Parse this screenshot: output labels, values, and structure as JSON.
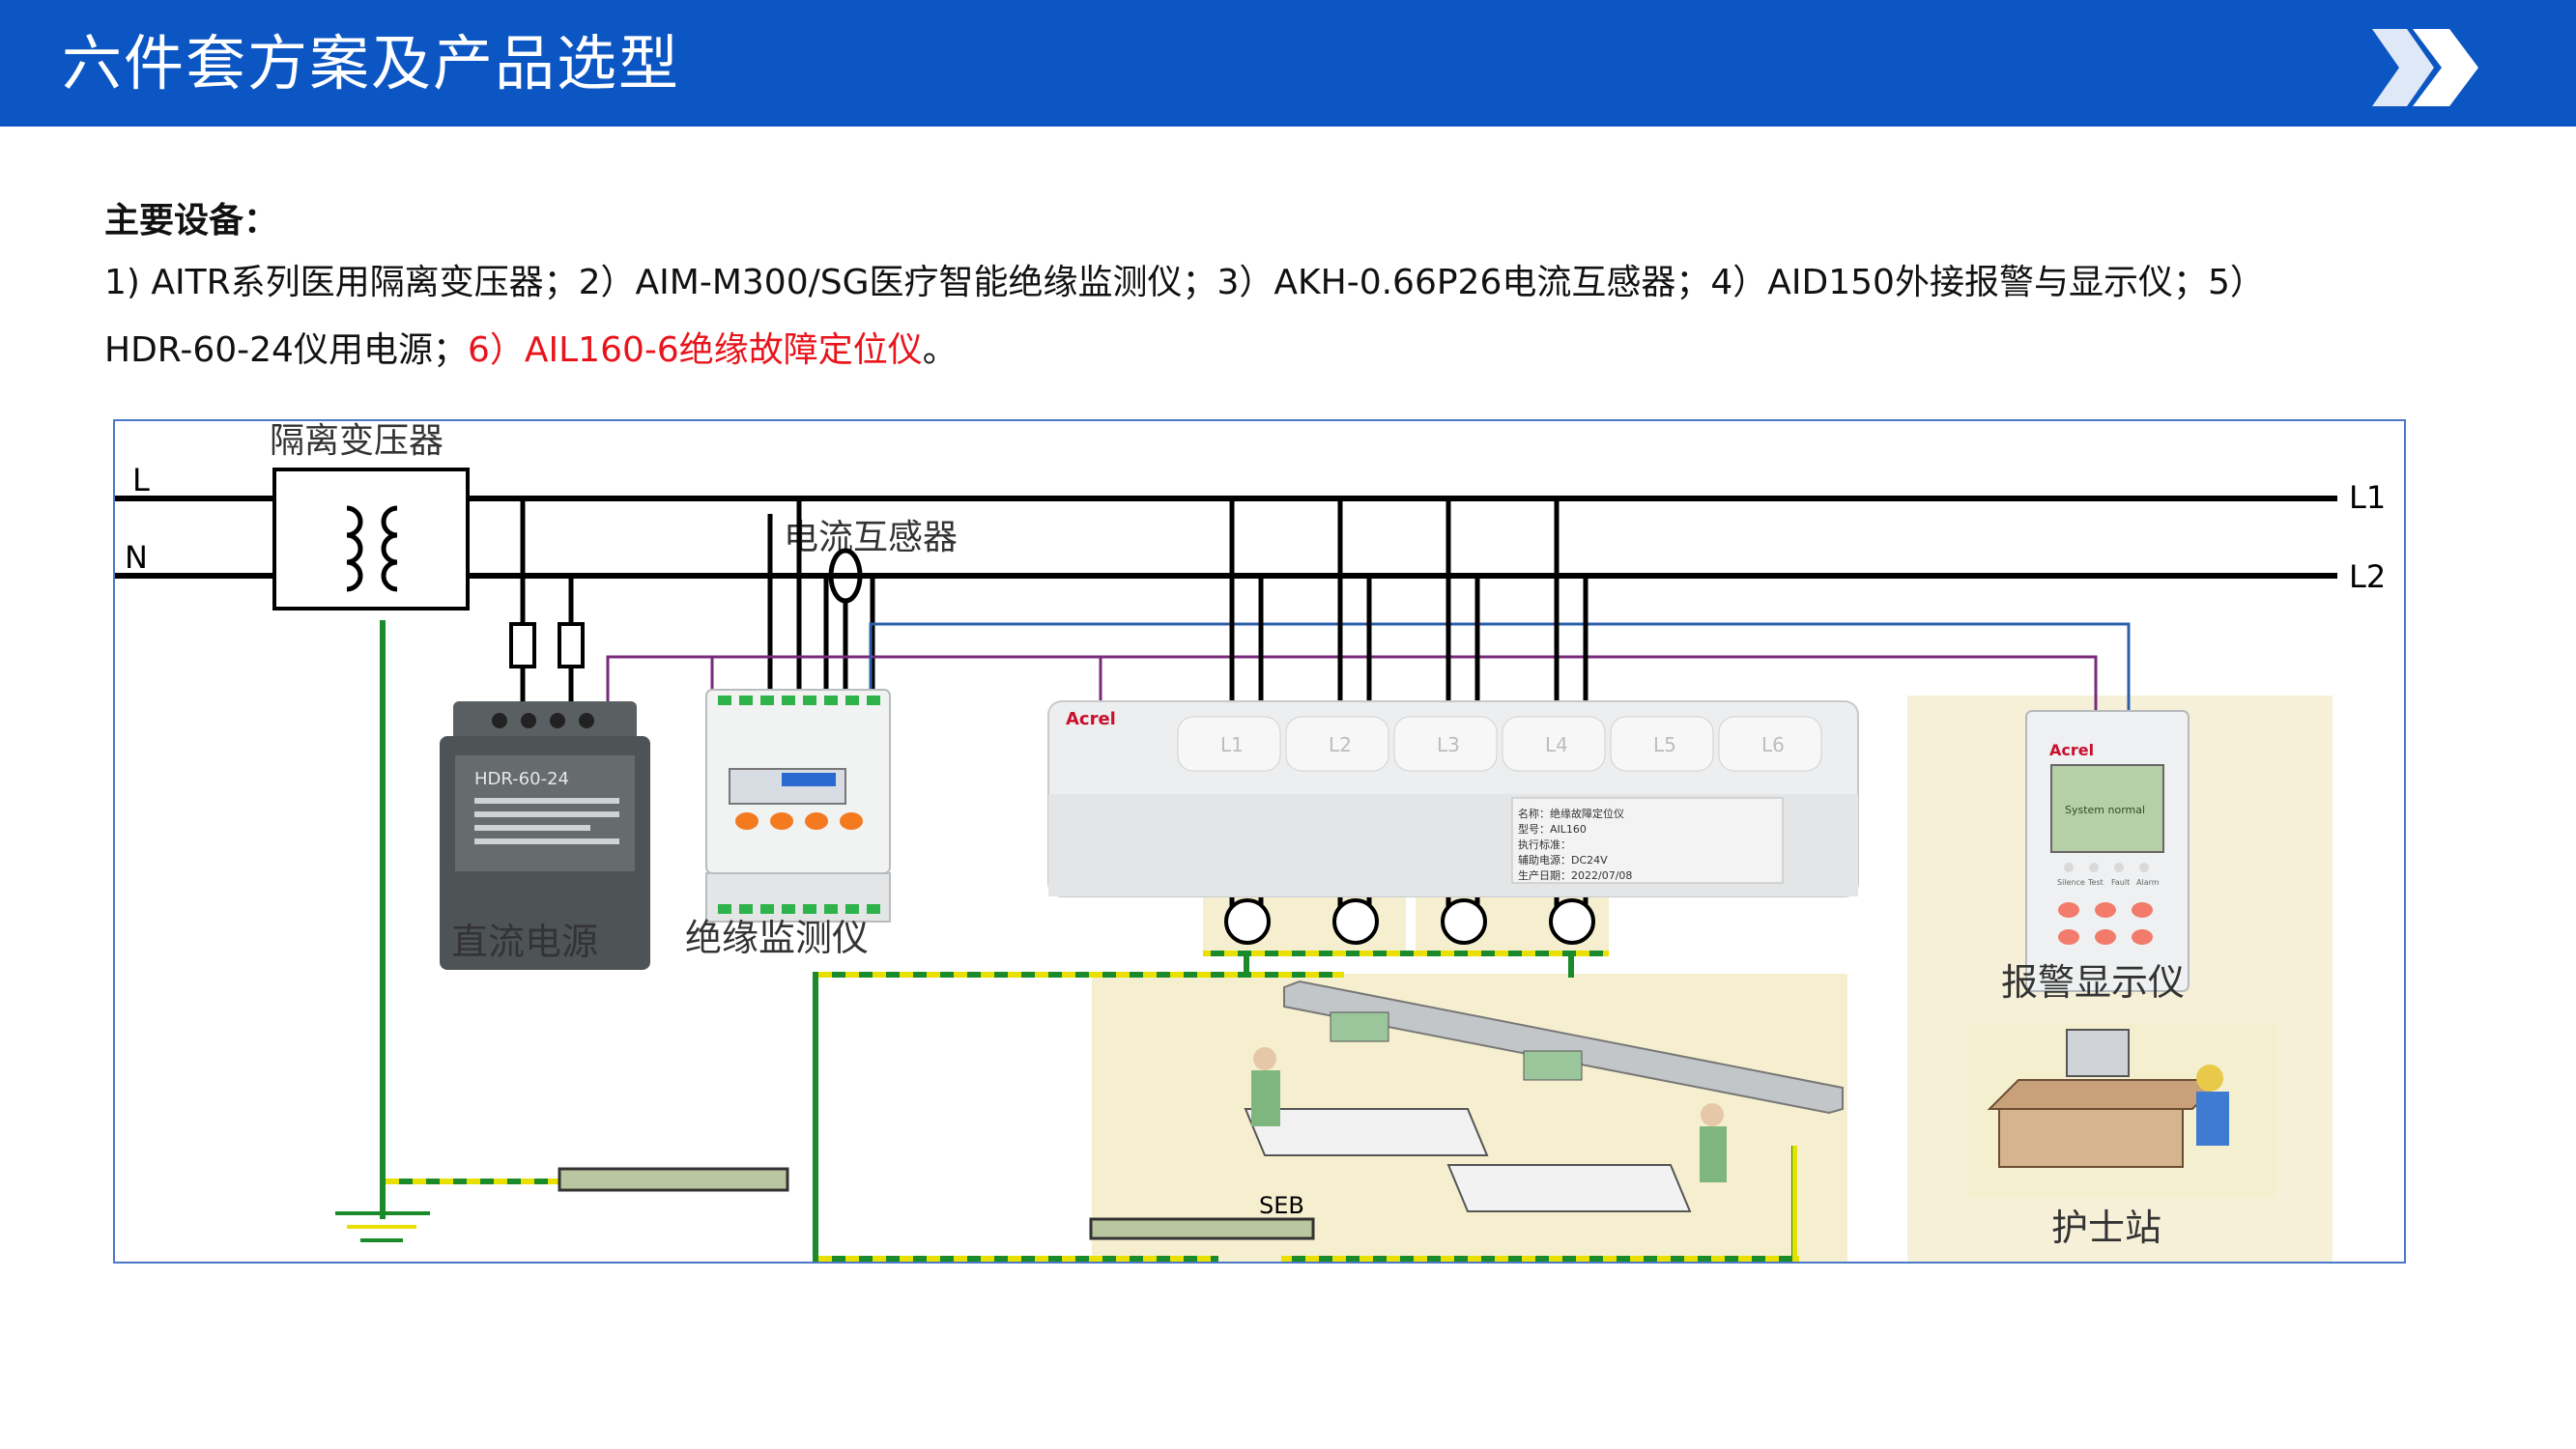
{
  "header": {
    "title": "六件套方案及产品选型",
    "accent_color": "#0c56c4",
    "icon": "double-chevron-right-icon"
  },
  "intro": {
    "heading": "主要设备：",
    "line1": "1) AITR系列医用隔离变压器；2）AIM-M300/SG医疗智能绝缘监测仪；3）AKH-0.66P26电流互感器；4）AID150外接报警与显示仪；5）",
    "line2_black": "HDR-60-24仪用电源；",
    "line2_red": "6）AIL160-6绝缘故障定位仪",
    "line2_end": "。",
    "highlight_color": "#e8141b"
  },
  "diagram": {
    "line_labels": {
      "l": "L",
      "n": "N",
      "l1": "L1",
      "l2": "L2"
    },
    "labels": {
      "transformer": "隔离变压器",
      "ct": "电流互感器",
      "dc_power": "直流电源",
      "insulation_monitor": "绝缘监测仪",
      "alarm_display": "报警显示仪",
      "nurse_station": "护士站",
      "seb": "SEB"
    },
    "locator_channels": [
      "L1",
      "L2",
      "L3",
      "L4",
      "L5",
      "L6"
    ],
    "brand": "Acrel",
    "power_supply_model": "HDR-60-24",
    "alarm_screen_text": "System normal",
    "alarm_buttons": [
      "Silence",
      "Test",
      "Fault",
      "Alarm"
    ],
    "nameplate": {
      "name": "名称：绝缘故障定位仪",
      "model": "型号：AIL160",
      "standard": "执行标准：",
      "supply": "辅助电源：DC24V",
      "date": "生产日期：2022/07/08"
    },
    "colors": {
      "bus": "#000000",
      "signal": "#7a2a7a",
      "comm": "#2a5fa8",
      "ground_yellow": "#e8e000",
      "ground_green": "#1a8a2a",
      "panel_bg": "#f7f0d8"
    }
  }
}
